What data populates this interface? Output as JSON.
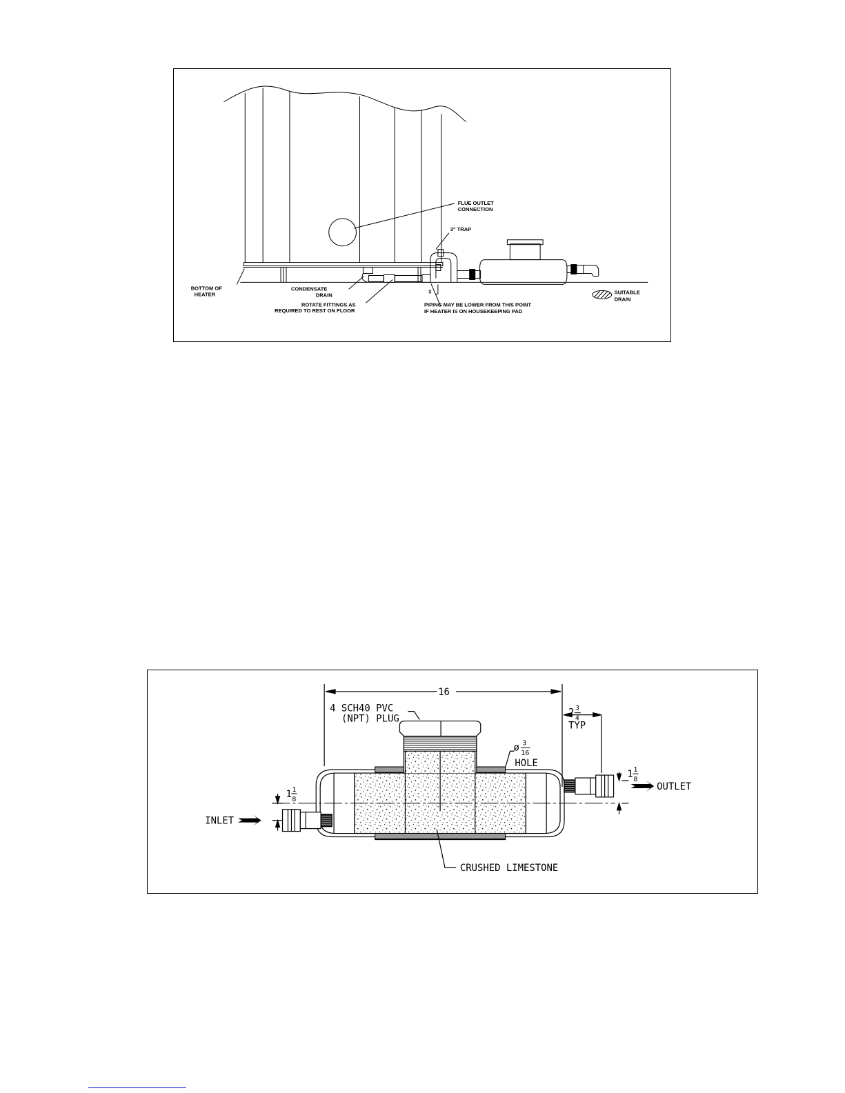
{
  "figure1": {
    "labels": {
      "flue_outlet_line1": "FLUE OUTLET",
      "flue_outlet_line2": "CONNECTION",
      "trap": "3\" TRAP",
      "bottom_line1": "BOTTOM OF",
      "bottom_line2": "HEATER",
      "condensate_line1": "CONDENSATE",
      "condensate_line2": "DRAIN",
      "rotate_line1": "ROTATE FITTINGS AS",
      "rotate_line2": "REQUIRED TO REST ON FLOOR",
      "piping_line1": "PIPING MAY BE LOWER FROM THIS POINT",
      "piping_line2": "IF HEATER IS ON HOUSEKEEPING PAD",
      "dim_three": "3",
      "drain_line1": "SUITABLE",
      "drain_line2": "DRAIN"
    }
  },
  "figure2": {
    "labels": {
      "dim_length": "16",
      "plug_line1": "4 SCH40 PVC",
      "plug_line2": "(NPT) PLUG",
      "typ_whole": "2",
      "typ_num": "3",
      "typ_den": "4",
      "typ": "TYP",
      "hole_sym": "ø",
      "hole_num": "3",
      "hole_den": "16",
      "hole": "HOLE",
      "right_whole": "1",
      "right_num": "1",
      "right_den": "8",
      "left_whole": "1",
      "left_num": "1",
      "left_den": "8",
      "inlet": "INLET",
      "outlet": "OUTLET",
      "limestone": "CRUSHED LIMESTONE"
    }
  }
}
